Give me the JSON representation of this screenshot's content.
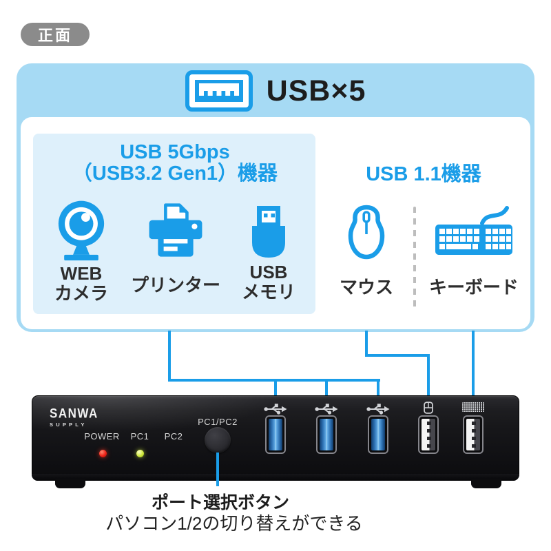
{
  "badge": {
    "label": "正面"
  },
  "panel": {
    "title": "USB×5",
    "icon": "usb-port-icon"
  },
  "usb5": {
    "title_line1": "USB 5Gbps",
    "title_line2": "（USB3.2 Gen1）機器",
    "items": [
      {
        "icon": "webcam-icon",
        "label_line1": "WEB",
        "label_line2": "カメラ"
      },
      {
        "icon": "printer-icon",
        "label_line1": "プリンター",
        "label_line2": ""
      },
      {
        "icon": "usb-memory-icon",
        "label_line1": "USB",
        "label_line2": "メモリ"
      }
    ]
  },
  "usb11": {
    "title": "USB 1.1機器",
    "items": [
      {
        "icon": "mouse-icon",
        "label": "マウス"
      },
      {
        "icon": "keyboard-icon",
        "label": "キーボード"
      }
    ]
  },
  "device": {
    "brand_top": "SANWA",
    "brand_bottom": "SUPPLY",
    "power_label": "POWER",
    "pc1_label": "PC1",
    "pc2_label": "PC2",
    "button_label": "PC1/PC2",
    "ports": [
      {
        "icon": "usb-trident-icon",
        "type": "usb3"
      },
      {
        "icon": "usb-trident-icon",
        "type": "usb3"
      },
      {
        "icon": "usb-trident-icon",
        "type": "usb3"
      },
      {
        "icon": "mouse-port-icon",
        "type": "usb1.1"
      },
      {
        "icon": "keyboard-port-icon",
        "type": "usb1.1"
      }
    ]
  },
  "caption": {
    "title": "ポート選択ボタン",
    "subtitle": "パソコン1/2の切り替えができる"
  },
  "colors": {
    "accent_blue": "#1a9de8",
    "panel_blue": "#a6daf4",
    "tint_blue": "#def0fb",
    "badge_gray": "#8b8b8b",
    "power_led_red": "#ef2318",
    "pc1_led_green": "#cfe83c",
    "device_black": "#141416"
  }
}
